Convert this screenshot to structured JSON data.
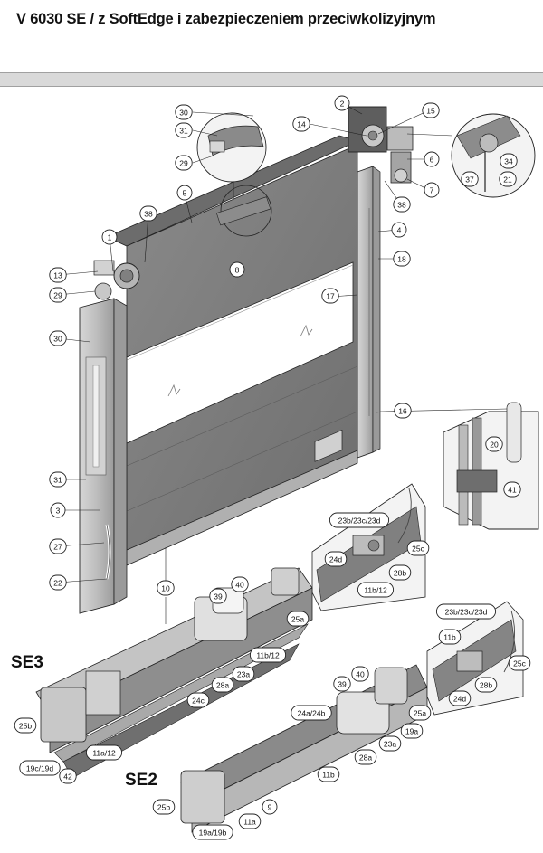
{
  "title": "V 6030 SE / z SoftEdge i zabezpieczeniem przeciwkolizyjnym",
  "variant_labels": [
    "SE3",
    "SE2"
  ],
  "callouts": [
    {
      "id": "c30a",
      "text": "30"
    },
    {
      "id": "c31a",
      "text": "31"
    },
    {
      "id": "c29a",
      "text": "29"
    },
    {
      "id": "c2",
      "text": "2"
    },
    {
      "id": "c14",
      "text": "14"
    },
    {
      "id": "c15",
      "text": "15"
    },
    {
      "id": "c6",
      "text": "6"
    },
    {
      "id": "c7",
      "text": "7"
    },
    {
      "id": "c38a",
      "text": "38"
    },
    {
      "id": "c34",
      "text": "34"
    },
    {
      "id": "c37",
      "text": "37"
    },
    {
      "id": "c21",
      "text": "21"
    },
    {
      "id": "c5",
      "text": "5"
    },
    {
      "id": "c38b",
      "text": "38"
    },
    {
      "id": "c1",
      "text": "1"
    },
    {
      "id": "c4",
      "text": "4"
    },
    {
      "id": "c18",
      "text": "18"
    },
    {
      "id": "c8",
      "text": "8"
    },
    {
      "id": "c13",
      "text": "13"
    },
    {
      "id": "c29b",
      "text": "29"
    },
    {
      "id": "c17",
      "text": "17"
    },
    {
      "id": "c30b",
      "text": "30"
    },
    {
      "id": "c16",
      "text": "16"
    },
    {
      "id": "c20",
      "text": "20"
    },
    {
      "id": "c41",
      "text": "41"
    },
    {
      "id": "c31b",
      "text": "31"
    },
    {
      "id": "c3",
      "text": "3"
    },
    {
      "id": "c23bcd1",
      "text": "23b/23c/23d"
    },
    {
      "id": "c24d1",
      "text": "24d"
    },
    {
      "id": "c25c1",
      "text": "25c"
    },
    {
      "id": "c28b1",
      "text": "28b"
    },
    {
      "id": "c27",
      "text": "27"
    },
    {
      "id": "c11b12a",
      "text": "11b/12"
    },
    {
      "id": "c22",
      "text": "22"
    },
    {
      "id": "c10",
      "text": "10"
    },
    {
      "id": "c39a",
      "text": "39"
    },
    {
      "id": "c40a",
      "text": "40"
    },
    {
      "id": "c25a1",
      "text": "25a"
    },
    {
      "id": "c11b12b",
      "text": "11b/12"
    },
    {
      "id": "c23a1",
      "text": "23a"
    },
    {
      "id": "c28a1",
      "text": "28a"
    },
    {
      "id": "c24c",
      "text": "24c"
    },
    {
      "id": "c23bcd2",
      "text": "23b/23c/23d"
    },
    {
      "id": "c11b",
      "text": "11b"
    },
    {
      "id": "c25c2",
      "text": "25c"
    },
    {
      "id": "c24d2",
      "text": "24d"
    },
    {
      "id": "c28b2",
      "text": "28b"
    },
    {
      "id": "c25b1",
      "text": "25b"
    },
    {
      "id": "c11a12",
      "text": "11a/12"
    },
    {
      "id": "c19cd",
      "text": "19c/19d"
    },
    {
      "id": "c42",
      "text": "42"
    },
    {
      "id": "c39b",
      "text": "39"
    },
    {
      "id": "c40b",
      "text": "40"
    },
    {
      "id": "c24ab",
      "text": "24a/24b"
    },
    {
      "id": "c25a2",
      "text": "25a"
    },
    {
      "id": "c19a",
      "text": "19a"
    },
    {
      "id": "c23a2",
      "text": "23a"
    },
    {
      "id": "c28a2",
      "text": "28a"
    },
    {
      "id": "c11b2",
      "text": "11b"
    },
    {
      "id": "c25b2",
      "text": "25b"
    },
    {
      "id": "c9",
      "text": "9"
    },
    {
      "id": "c11a",
      "text": "11a"
    },
    {
      "id": "c19ab",
      "text": "19a/19b"
    }
  ],
  "colors": {
    "line": "#222222",
    "curtain": "#7d7d7d",
    "frame": "#bfbfbf",
    "frame_dark": "#9a9a9a",
    "window": "#ffffff",
    "band": "#d9d9d9"
  }
}
